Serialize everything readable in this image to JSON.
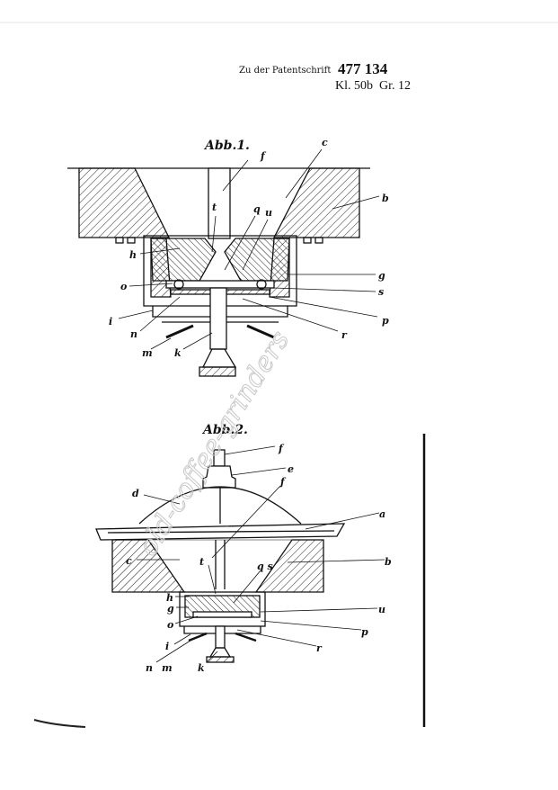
{
  "header": {
    "prefix": "Zu der Patentschrift",
    "number": "477 134",
    "klasse": "Kl. 50b",
    "gruppe": "Gr. 12"
  },
  "figure1": {
    "title": "Abb.1.",
    "labels": {
      "f": "f",
      "c": "c",
      "b": "b",
      "t": "t",
      "q": "q",
      "u": "u",
      "h": "h",
      "g": "g",
      "o": "o",
      "s": "s",
      "i": "i",
      "n": "n",
      "p": "p",
      "r": "r",
      "m": "m",
      "k": "k"
    }
  },
  "figure2": {
    "title": "Abb.2.",
    "labels": {
      "f1": "f",
      "e": "e",
      "d": "d",
      "f2": "f",
      "a": "a",
      "c": "c",
      "b": "b",
      "t": "t",
      "qs": "q s",
      "h": "h",
      "g": "g",
      "u": "u",
      "o": "o",
      "p": "p",
      "r": "r",
      "i": "i",
      "n": "n",
      "m": "m",
      "k": "k"
    }
  },
  "watermark": "old-coffee-grinders"
}
